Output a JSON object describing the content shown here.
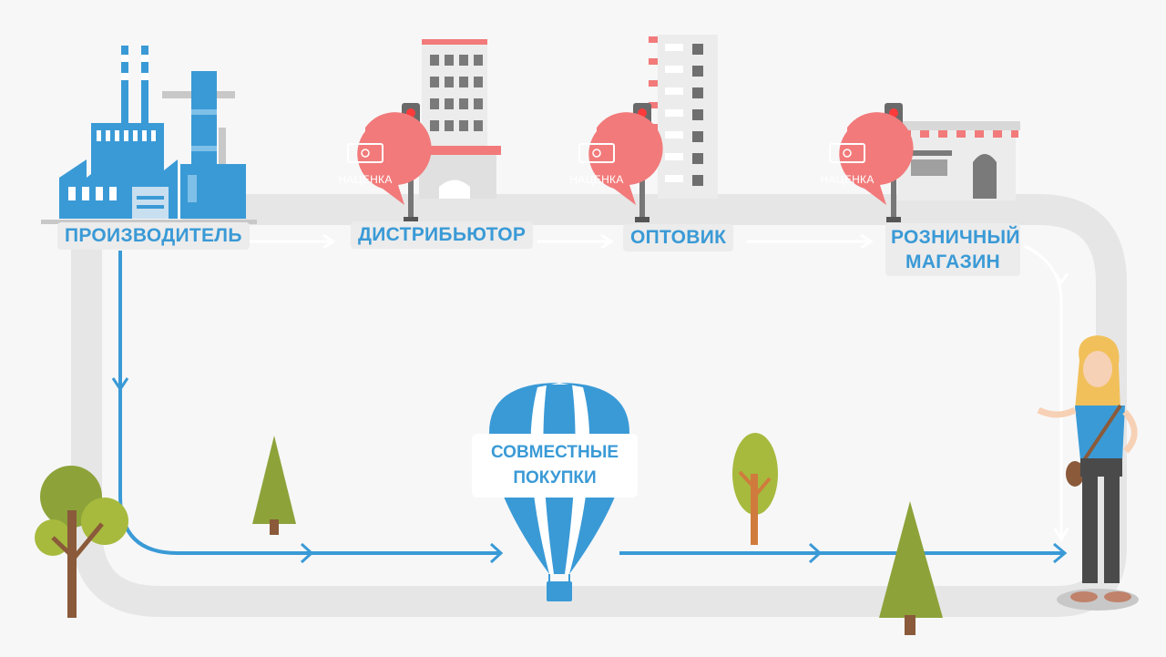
{
  "nodes": {
    "producer": "ПРОИЗВОДИТЕЛЬ",
    "distributor": "ДИСТРИБЬЮТОР",
    "wholesaler": "ОПТОВИК",
    "retail_line1": "РОЗНИЧНЫЙ",
    "retail_line2": "МАГАЗИН"
  },
  "markup_label": "НАЦЕНКА",
  "joint_purchases": {
    "line1": "СОВМЕСТНЫЕ",
    "line2": "ПОКУПКИ"
  },
  "colors": {
    "road": "#e6e6e6",
    "accent_blue": "#3a9ad6",
    "markup_red": "#f27a7a",
    "tree_green": "#8da33a",
    "trunk_brown": "#8a5a3a"
  },
  "icons": [
    "factory-icon",
    "office-building-icon",
    "tall-building-icon",
    "shop-icon",
    "traffic-light-icon",
    "money-icon",
    "hot-air-balloon-icon",
    "tree-icon",
    "woman-customer-icon"
  ]
}
